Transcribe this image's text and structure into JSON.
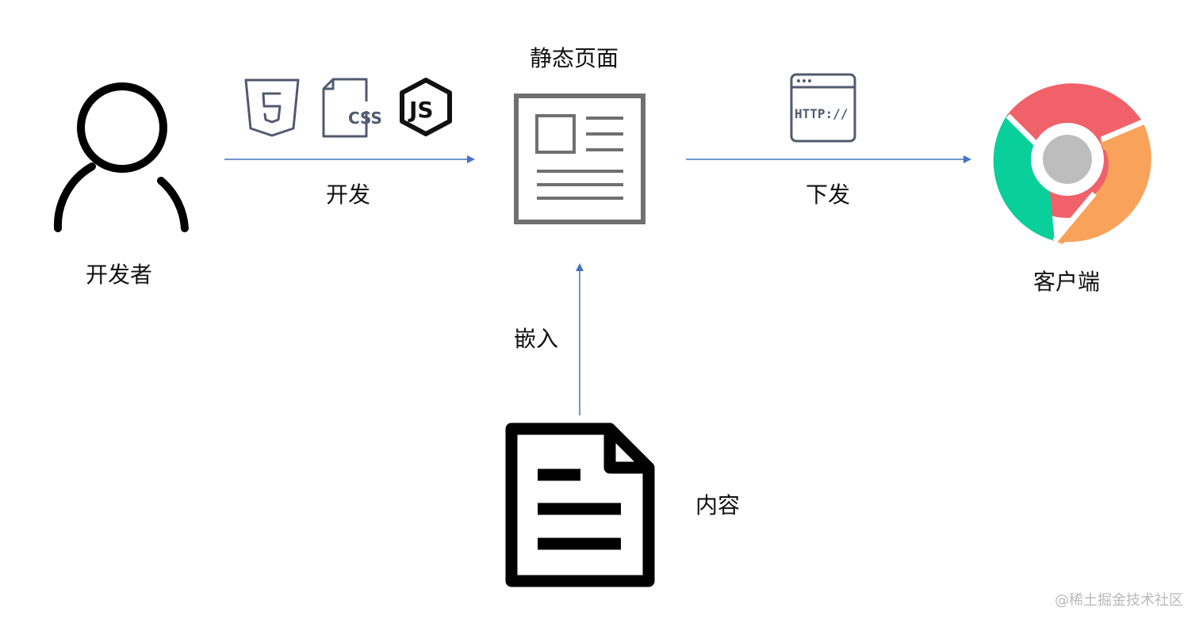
{
  "nodes": {
    "developer": {
      "label": "开发者",
      "icon": "person-icon"
    },
    "static_page": {
      "label": "静态页面",
      "icon": "web-page-icon"
    },
    "client": {
      "label": "客户端",
      "icon": "chrome-browser-icon"
    },
    "content": {
      "label": "内容",
      "icon": "document-icon"
    }
  },
  "edges": {
    "develop": {
      "label": "开发",
      "from": "developer",
      "to": "static_page"
    },
    "deliver": {
      "label": "下发",
      "from": "static_page",
      "to": "client"
    },
    "embed": {
      "label": "嵌入",
      "from": "content",
      "to": "static_page"
    }
  },
  "tech_icons": {
    "html5": "html5-icon",
    "css": "css-file-icon",
    "css_text": "CSS",
    "js": "nodejs-icon",
    "js_text": "JS"
  },
  "http_icon": {
    "icon": "http-browser-icon",
    "text": "HTTP://"
  },
  "watermark": "@稀土掘金技术社区",
  "colors": {
    "arrow": "#4472c4",
    "icon_gray": "#515a6e",
    "page_gray": "#707070",
    "chrome_red": "#f0616a",
    "chrome_green": "#09cf9a",
    "chrome_orange": "#f8a25a",
    "chrome_center": "#bdbdbd"
  }
}
